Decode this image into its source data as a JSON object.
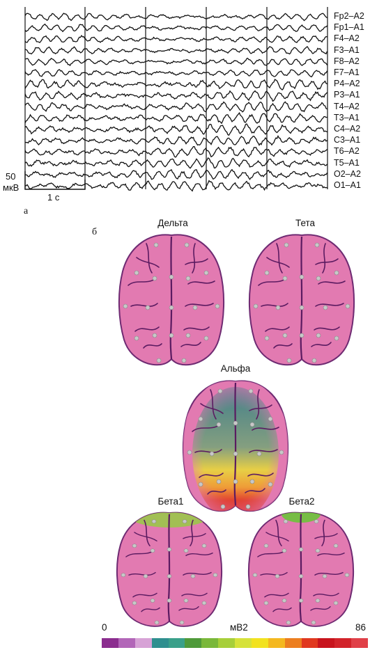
{
  "panel_a": {
    "letter": "а",
    "channels": [
      "Fp2–A2",
      "Fp1–A1",
      "F4–A2",
      "F3–A1",
      "F8–A2",
      "F7–A1",
      "P4–A2",
      "P3–A1",
      "T4–A2",
      "T3–A1",
      "C4–A2",
      "C3–A1",
      "T6–A2",
      "T5–A1",
      "O2–A2",
      "O1–A1"
    ],
    "scale_amplitude": "50",
    "scale_amplitude_unit": "мкВ",
    "scale_time": "1 с"
  },
  "panel_b": {
    "letter": "б",
    "brains": [
      {
        "title": "Дельта"
      },
      {
        "title": "Тета"
      },
      {
        "title": "Альфа"
      },
      {
        "title": "Бета1"
      },
      {
        "title": "Бета2"
      }
    ],
    "colorbar": {
      "min_label": "0",
      "unit_label": "мВ2",
      "max_label": "86",
      "colors": [
        "#8b2d8f",
        "#b266b8",
        "#d7a2d6",
        "#2f8f8f",
        "#3aa08a",
        "#4f9a3a",
        "#7ab83a",
        "#a7cf3a",
        "#d6e23a",
        "#f2e21f",
        "#f4b81f",
        "#ec7e1f",
        "#e0381f",
        "#c8141d",
        "#d2232a",
        "#e04048"
      ]
    }
  },
  "colors": {
    "brain_fill": "#e27ab1",
    "brain_outline": "#6e2a72",
    "sulcus": "#5b1b61",
    "electrode": "#c8c8c8"
  }
}
